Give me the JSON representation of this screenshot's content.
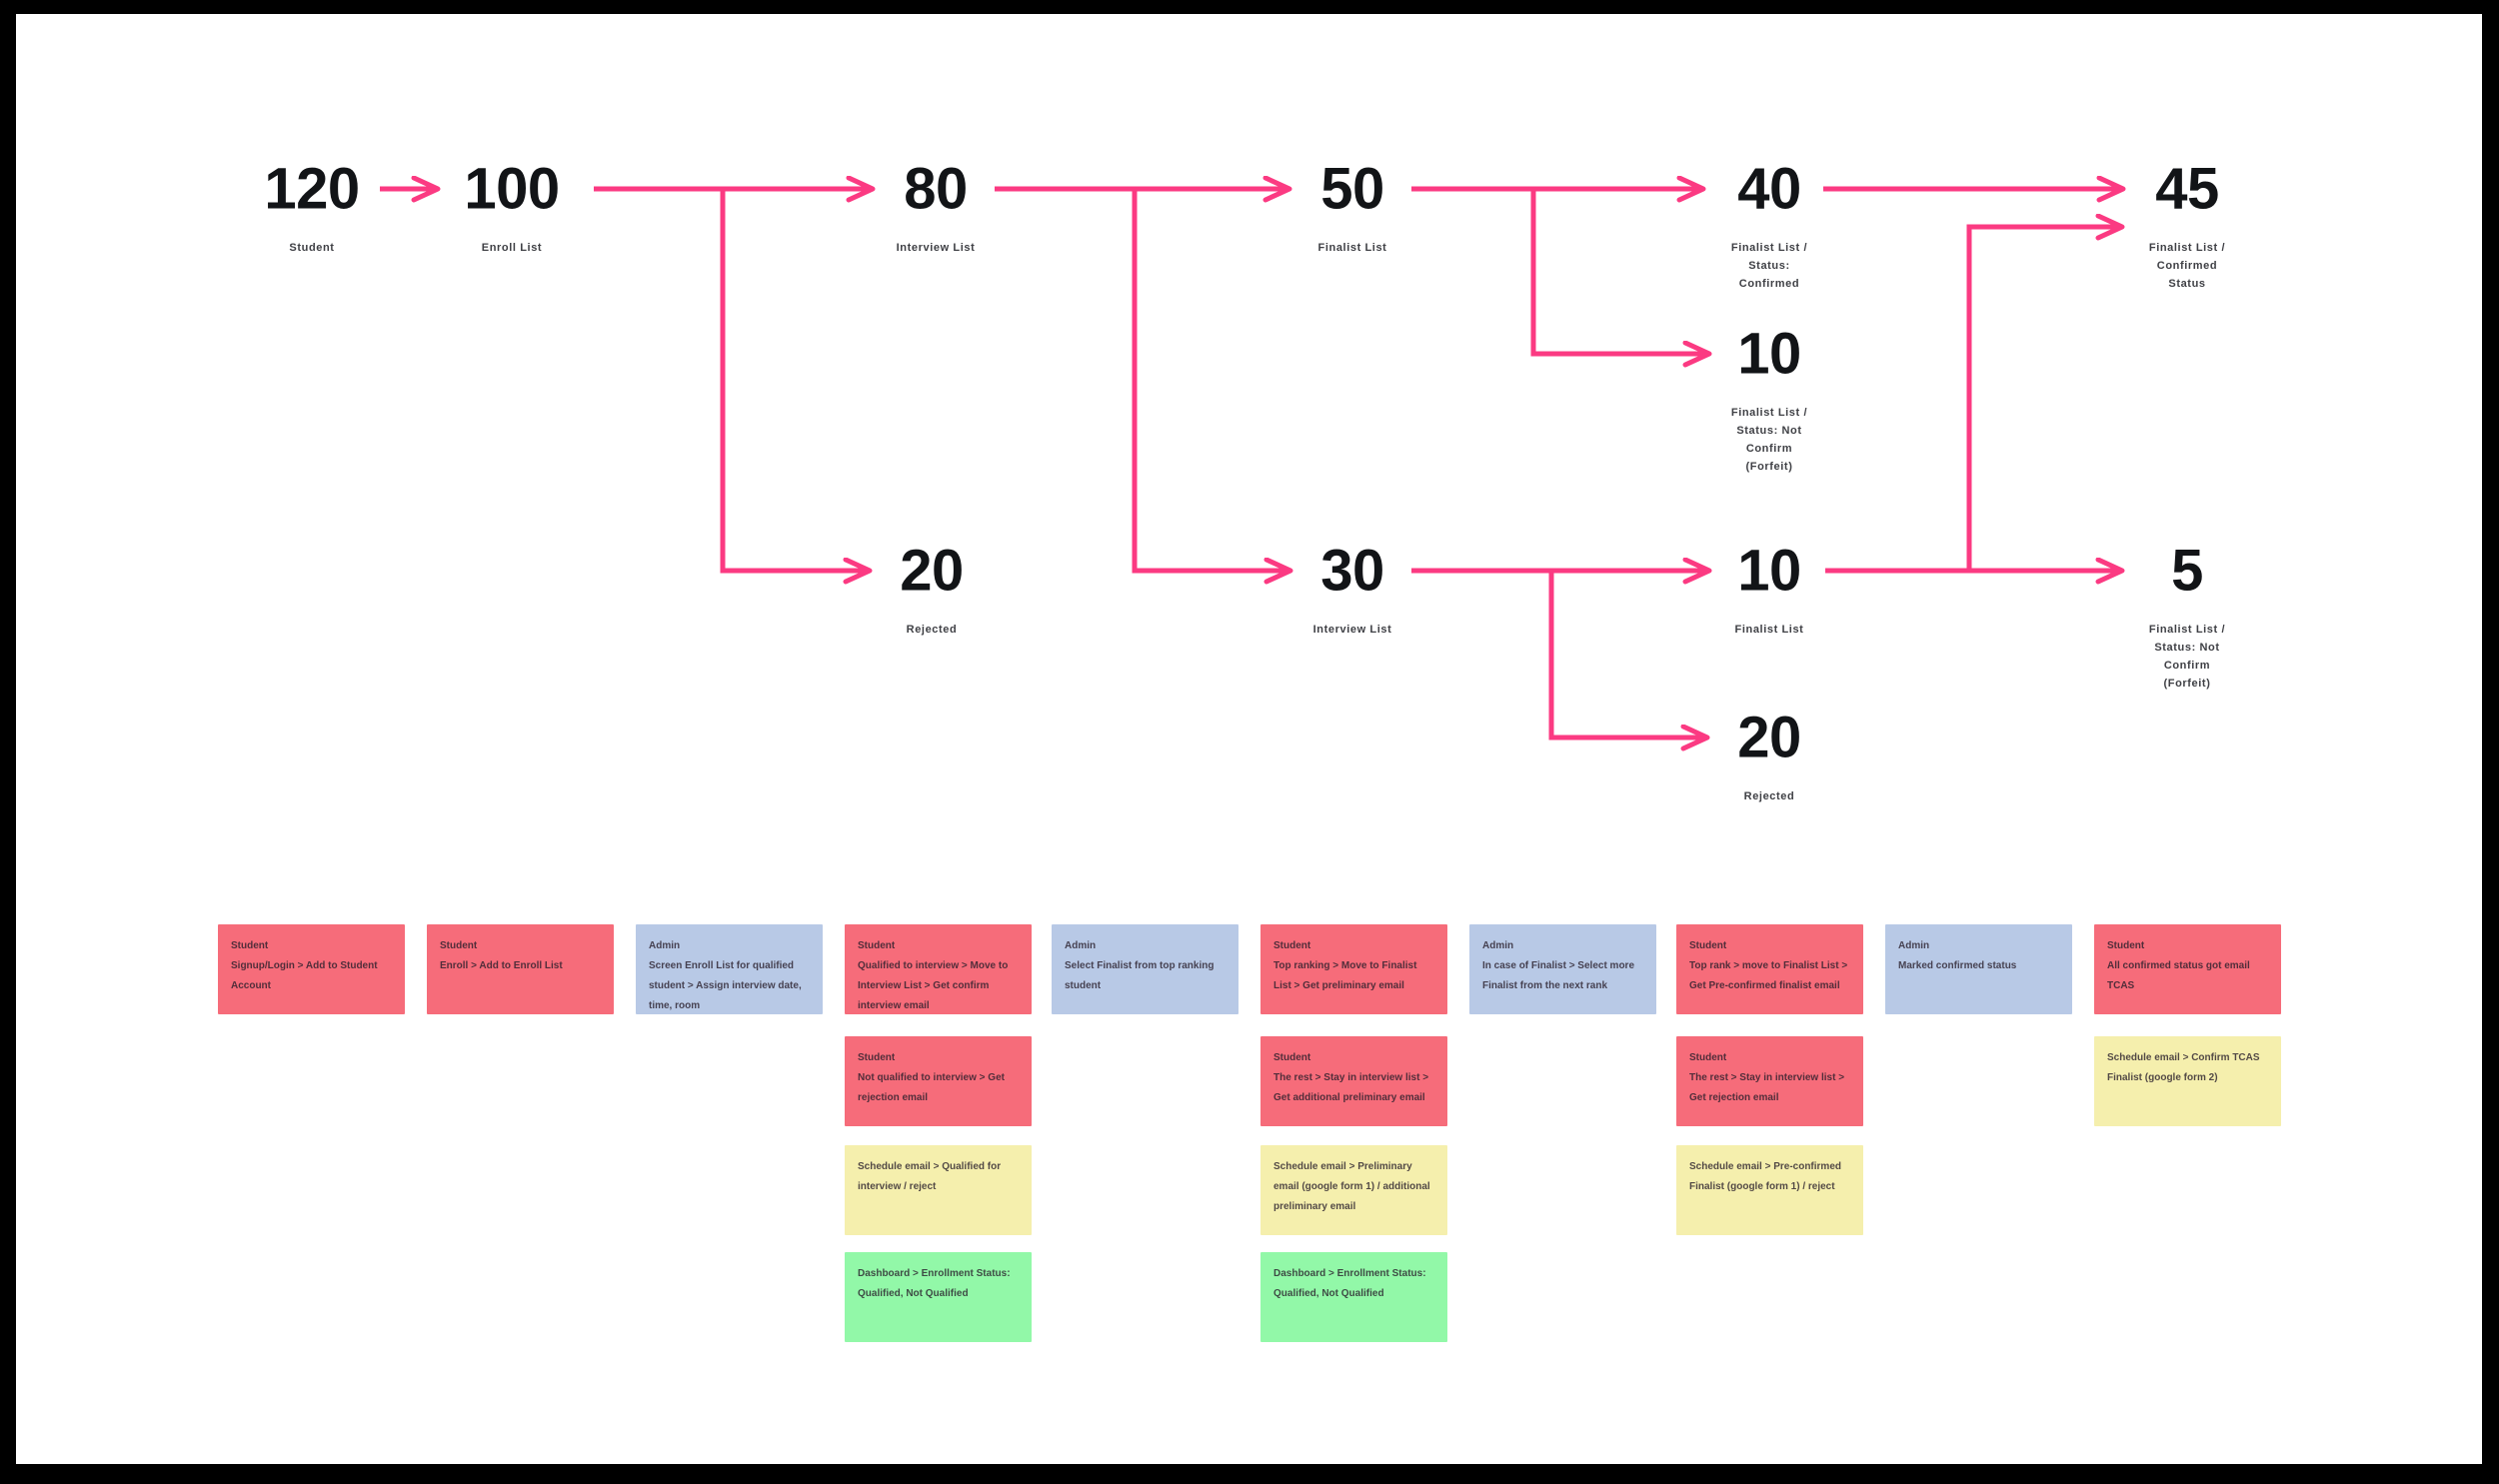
{
  "canvas": {
    "background": "#000000",
    "surface": "#ffffff",
    "arrow_color": "#fb3a82",
    "number_color": "#121417",
    "label_color": "#3f4045"
  },
  "flow": {
    "nodes": [
      {
        "value": "120",
        "label": "Student"
      },
      {
        "value": "100",
        "label": "Enroll List"
      },
      {
        "value": "80",
        "label": "Interview List"
      },
      {
        "value": "50",
        "label": "Finalist List"
      },
      {
        "value": "40",
        "label": "Finalist List /\nStatus:\nConfirmed"
      },
      {
        "value": "45",
        "label": "Finalist List /\nConfirmed\nStatus"
      },
      {
        "value": "10",
        "label": "Finalist List /\nStatus: Not\nConfirm\n(Forfeit)"
      },
      {
        "value": "20",
        "label": "Rejected"
      },
      {
        "value": "30",
        "label": "Interview List"
      },
      {
        "value": "10",
        "label": "Finalist List"
      },
      {
        "value": "5",
        "label": "Finalist List /\nStatus: Not\nConfirm\n(Forfeit)"
      },
      {
        "value": "20",
        "label": "Rejected"
      }
    ],
    "connections": [
      {
        "from": "120 Student",
        "to": "100 Enroll List"
      },
      {
        "from": "100 Enroll List",
        "to": "80 Interview List"
      },
      {
        "from": "100 Enroll List",
        "to": "20 Rejected"
      },
      {
        "from": "80 Interview List",
        "to": "50 Finalist List"
      },
      {
        "from": "80 Interview List",
        "to": "30 Interview List"
      },
      {
        "from": "50 Finalist List",
        "to": "40 Finalist List / Status: Confirmed"
      },
      {
        "from": "50 Finalist List",
        "to": "10 Finalist List / Status: Not Confirm (Forfeit)"
      },
      {
        "from": "40 Finalist List / Status: Confirmed",
        "to": "45 Finalist List / Confirmed Status"
      },
      {
        "from": "30 Interview List",
        "to": "10 Finalist List"
      },
      {
        "from": "30 Interview List",
        "to": "20 Rejected"
      },
      {
        "from": "10 Finalist List",
        "to": "45 Finalist List / Confirmed Status"
      },
      {
        "from": "10 Finalist List",
        "to": "5 Finalist List / Status: Not Confirm (Forfeit)"
      }
    ]
  },
  "notes": {
    "colors": {
      "red": "#f66c7a",
      "blue": "#b8c9e6",
      "yellow": "#f5efad",
      "green": "#92f8a8"
    },
    "items": [
      {
        "color": "red",
        "actor": "Student",
        "text": "Signup/Login > Add to Student Account"
      },
      {
        "color": "red",
        "actor": "Student",
        "text": "Enroll > Add to Enroll List"
      },
      {
        "color": "blue",
        "actor": "Admin",
        "text": "Screen Enroll List for qualified student > Assign interview date, time, room"
      },
      {
        "color": "red",
        "actor": "Student",
        "text": "Qualified to interview > Move to Interview List > Get confirm interview email"
      },
      {
        "color": "red",
        "actor": "Student",
        "text": "Not qualified to interview > Get rejection email"
      },
      {
        "color": "yellow",
        "actor": "",
        "text": "Schedule email > Qualified for interview / reject"
      },
      {
        "color": "green",
        "actor": "",
        "text": "Dashboard > Enrollment Status: Qualified, Not Qualified"
      },
      {
        "color": "blue",
        "actor": "Admin",
        "text": "Select Finalist from top ranking student"
      },
      {
        "color": "red",
        "actor": "Student",
        "text": "Top ranking > Move to Finalist List > Get preliminary email"
      },
      {
        "color": "red",
        "actor": "Student",
        "text": "The rest > Stay in interview list > Get additional preliminary email"
      },
      {
        "color": "yellow",
        "actor": "",
        "text": "Schedule email > Preliminary email (google form 1) / additional preliminary email"
      },
      {
        "color": "green",
        "actor": "",
        "text": "Dashboard > Enrollment Status: Qualified, Not Qualified"
      },
      {
        "color": "blue",
        "actor": "Admin",
        "text": "In case of Finalist > Select more Finalist from the next rank"
      },
      {
        "color": "red",
        "actor": "Student",
        "text": "Top rank > move to Finalist List > Get Pre-confirmed finalist email"
      },
      {
        "color": "red",
        "actor": "Student",
        "text": "The rest > Stay in interview list > Get rejection email"
      },
      {
        "color": "yellow",
        "actor": "",
        "text": "Schedule email > Pre-confirmed Finalist (google form 1) / reject"
      },
      {
        "color": "blue",
        "actor": "Admin",
        "text": "Marked confirmed status"
      },
      {
        "color": "red",
        "actor": "Student",
        "text": "All confirmed status got email TCAS"
      },
      {
        "color": "yellow",
        "actor": "",
        "text": "Schedule email > Confirm TCAS Finalist (google form 2)"
      }
    ]
  }
}
